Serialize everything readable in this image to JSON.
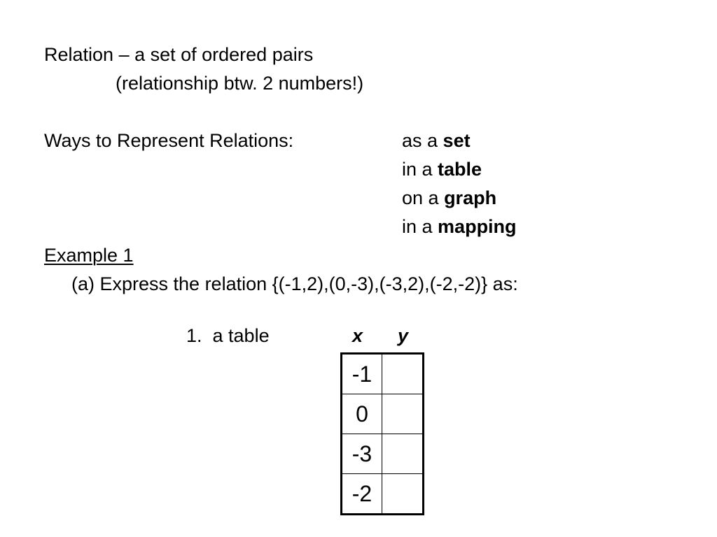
{
  "relation": {
    "definition": "Relation – a set of ordered pairs",
    "note": "(relationship btw. 2 numbers!)"
  },
  "ways": {
    "heading": "Ways to Represent Relations:",
    "items": [
      {
        "prefix": "as a ",
        "term": "set"
      },
      {
        "prefix": "in a ",
        "term": "table"
      },
      {
        "prefix": "on a ",
        "term": "graph"
      },
      {
        "prefix": "in a ",
        "term": "mapping"
      }
    ]
  },
  "example": {
    "title": "Example 1",
    "part_a": "(a) Express the relation {(-1,2),(0,-3),(-3,2),(-2,-2)} as:",
    "item_label": "1.  a table",
    "col_x": "x",
    "col_y": "y",
    "rows": [
      {
        "x": "-1",
        "y": ""
      },
      {
        "x": "0",
        "y": ""
      },
      {
        "x": "-3",
        "y": ""
      },
      {
        "x": "-2",
        "y": ""
      }
    ]
  }
}
